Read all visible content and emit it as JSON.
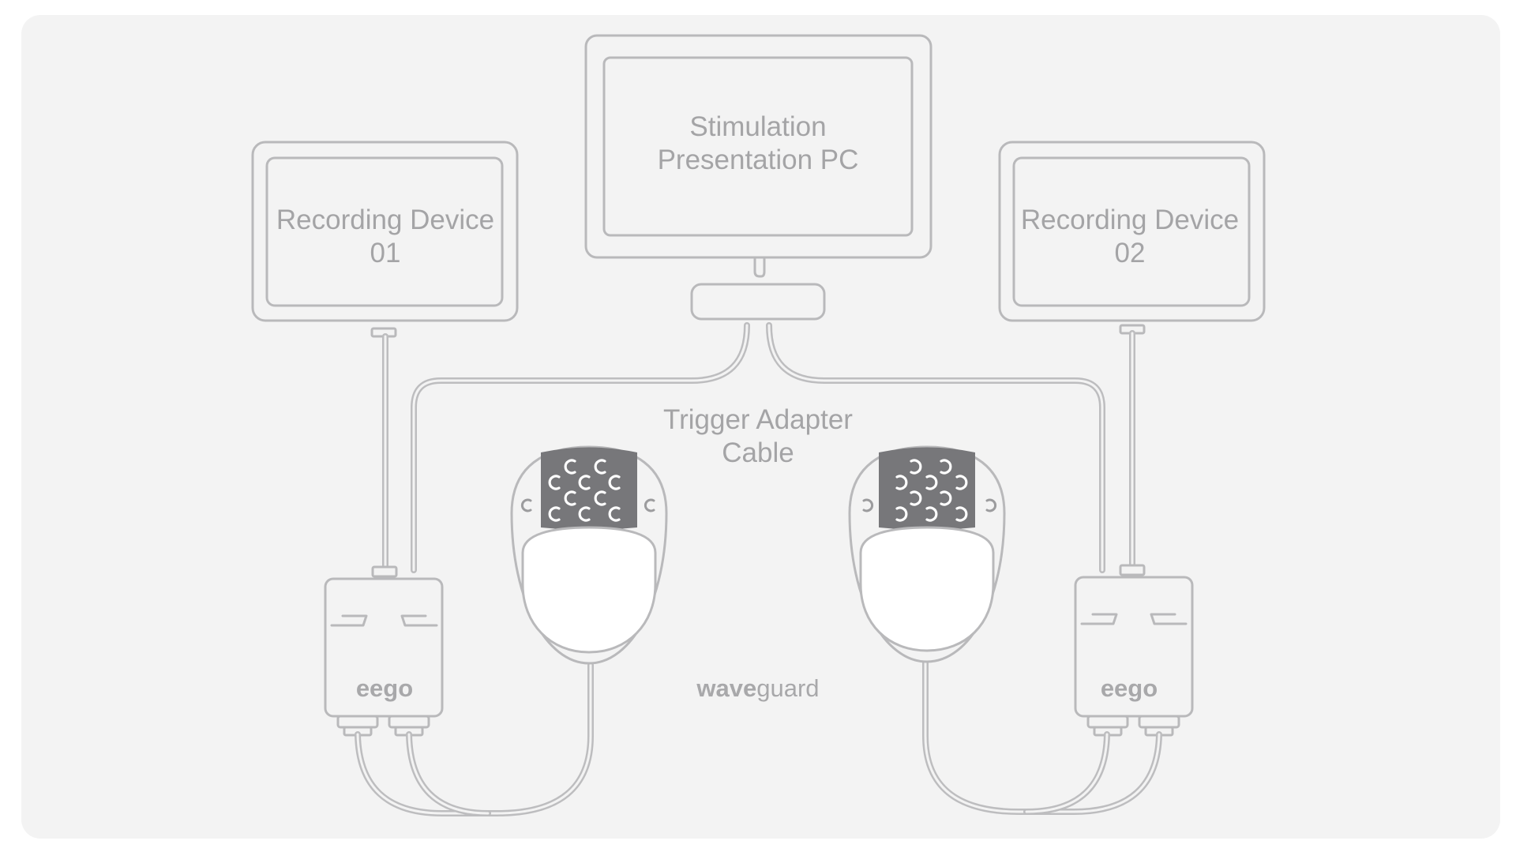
{
  "pc": {
    "label_line1": "Stimulation",
    "label_line2": "Presentation PC"
  },
  "device_left": {
    "label_line1": "Recording Device",
    "label_line2": "01"
  },
  "device_right": {
    "label_line1": "Recording Device",
    "label_line2": "02"
  },
  "trigger": {
    "label_line1": "Trigger Adapter",
    "label_line2": "Cable"
  },
  "amplifier_left": {
    "brand": "eego"
  },
  "amplifier_right": {
    "brand": "eego"
  },
  "cap_brand": {
    "bold": "wave",
    "light": "guard"
  },
  "colors": {
    "panel": "#f3f3f3",
    "line": "#b9b9bb",
    "text": "#a4a4a6",
    "hair": "#77777a"
  }
}
